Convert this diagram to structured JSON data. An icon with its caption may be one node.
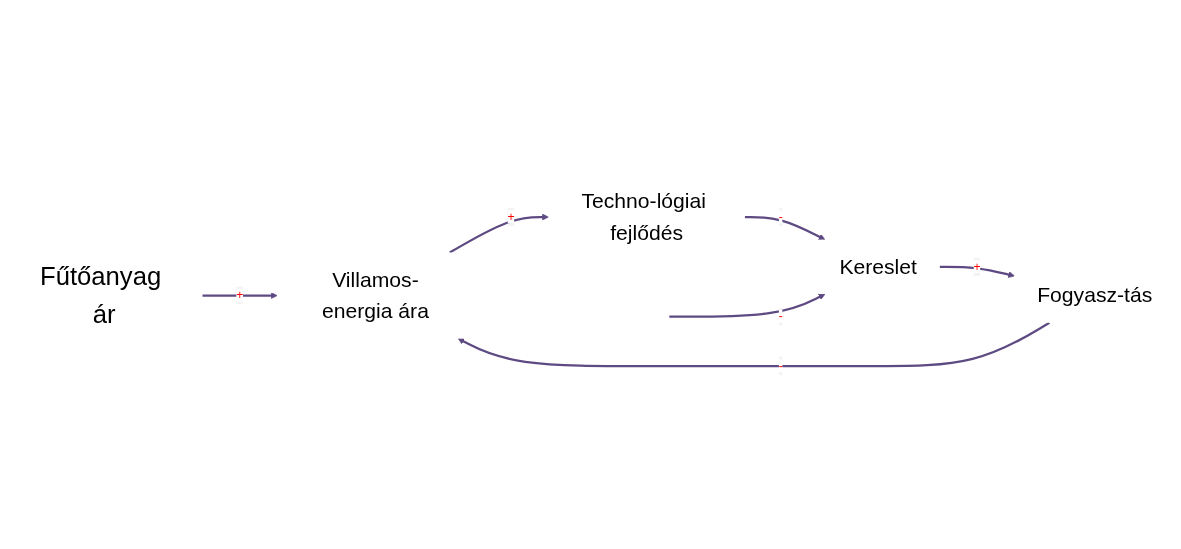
{
  "diagram": {
    "nodes": [
      {
        "text": [
          "Villamos-energia ára"
        ]
      },
      {
        "text": [
          "Techno-lógiai fejlődés"
        ]
      },
      {
        "text": [
          "Fűtőanyag ár"
        ]
      },
      {
        "text": [
          "Fogyasz-tás"
        ]
      },
      {
        "text": [
          "Kereslet"
        ]
      }
    ],
    "edges": [
      {
        "from": 0,
        "to": 1,
        "arrow": "to",
        "label": "+"
      },
      {
        "from": 1,
        "to": 4,
        "arrow": "to",
        "label": "-"
      },
      {
        "from": 4,
        "to": 3,
        "arrow": "to",
        "label": "+"
      },
      {
        "from": 3,
        "to": 0,
        "arrow": "to",
        "label": "-"
      },
      {
        "from": 2,
        "to": 0,
        "arrow": "to",
        "label": "+"
      },
      {
        "from": null,
        "to": 4,
        "arrow": "to",
        "label": "-"
      }
    ]
  }
}
